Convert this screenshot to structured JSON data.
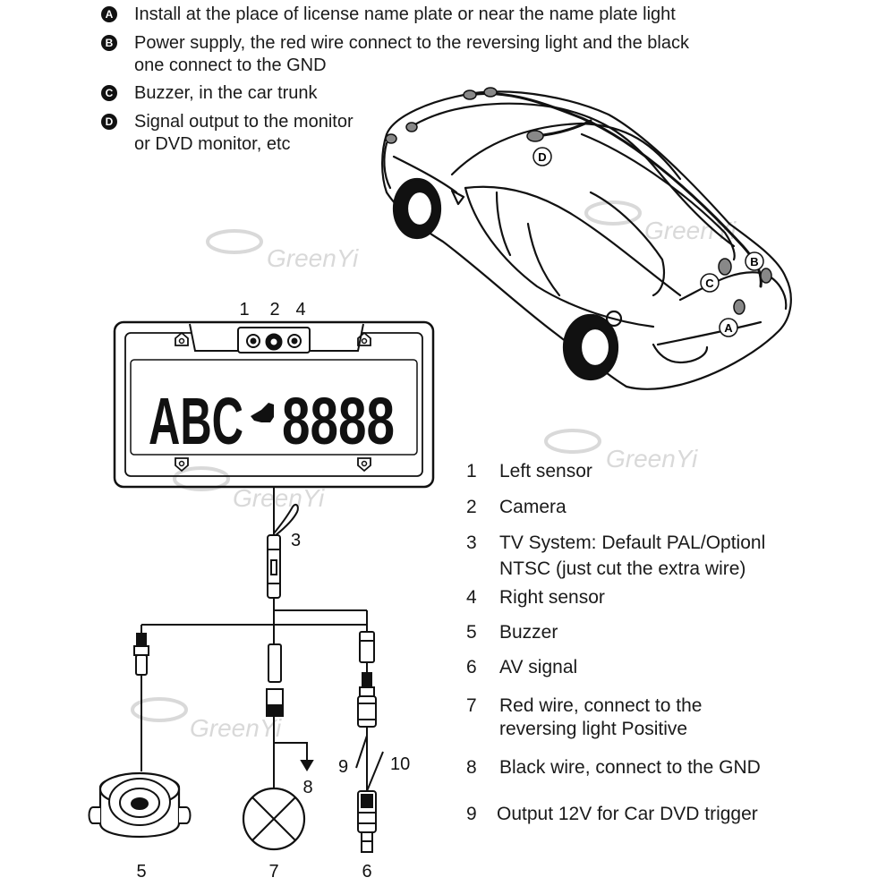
{
  "instructions": [
    {
      "badge": "A",
      "text": "Install at the place of license name plate or near the name plate light"
    },
    {
      "badge": "B",
      "text": "Power supply, the red wire connect to the reversing light and the black one connect to the GND"
    },
    {
      "badge": "C",
      "text": "Buzzer, in the car trunk"
    },
    {
      "badge": "D",
      "text": "Signal output to the monitor or DVD monitor, etc"
    }
  ],
  "car_labels": {
    "a": "A",
    "b": "B",
    "c": "C",
    "d": "D"
  },
  "plate": {
    "text_left": "ABC",
    "text_right": "8888",
    "sensor_labels": [
      "1",
      "2",
      "4"
    ]
  },
  "component_labels": {
    "c3": "3",
    "c5": "5",
    "c6": "6",
    "c7": "7",
    "c8": "8",
    "c9": "9",
    "c10": "10"
  },
  "legend": [
    {
      "num": "1",
      "text": "Left sensor"
    },
    {
      "num": "2",
      "text": "Camera"
    },
    {
      "num": "3",
      "text": "TV System: Default PAL/Optionl"
    },
    {
      "num": "",
      "text": "NTSC (just cut the extra wire)"
    },
    {
      "num": "4",
      "text": "Right sensor"
    },
    {
      "num": "5",
      "text": "Buzzer"
    },
    {
      "num": "6",
      "text": "AV signal"
    },
    {
      "num": "7",
      "text": "Red wire, connect to the"
    },
    {
      "num": "",
      "text": "reversing light Positive"
    },
    {
      "num": "8",
      "text": "Black wire, connect to the GND"
    },
    {
      "num": "9",
      "text": "Output 12V for Car DVD trigger"
    }
  ],
  "watermark": "GreenYi"
}
